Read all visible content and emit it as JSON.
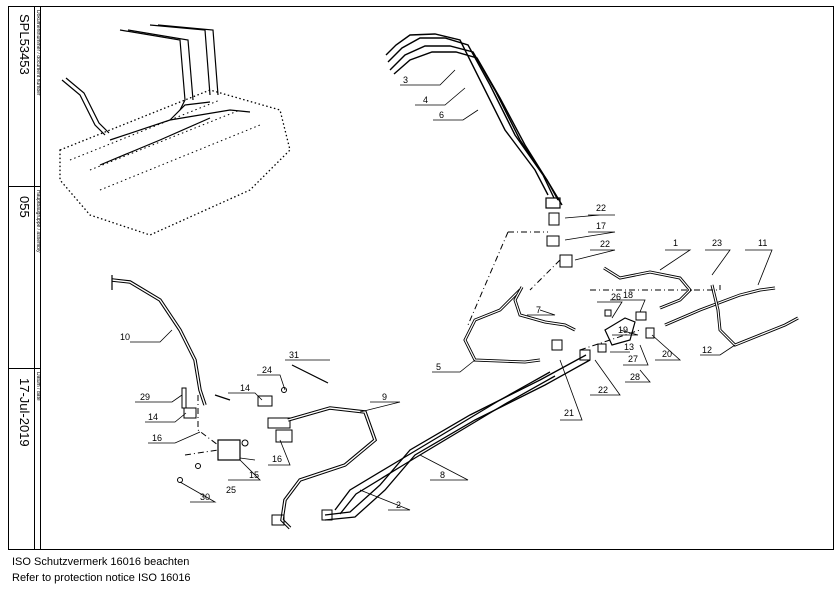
{
  "title_block": {
    "document_number_label": "Dokumentnummer / document number",
    "document_number": "SPL53453",
    "assembly_label": "Hauptbaugruppe / assembly",
    "assembly": "055",
    "date_label": "Datum / date",
    "date": "17-Jul-2019"
  },
  "callouts": [
    "1",
    "2",
    "3",
    "4",
    "5",
    "6",
    "7",
    "8",
    "9",
    "10",
    "11",
    "12",
    "13",
    "14",
    "14",
    "15",
    "16",
    "16",
    "17",
    "18",
    "19",
    "20",
    "21",
    "22",
    "22",
    "22",
    "23",
    "24",
    "25",
    "26",
    "27",
    "28",
    "29",
    "30",
    "31"
  ],
  "notice": {
    "german": "ISO Schutzvermerk 16016 beachten",
    "english": "Refer to protection notice ISO 16016"
  }
}
